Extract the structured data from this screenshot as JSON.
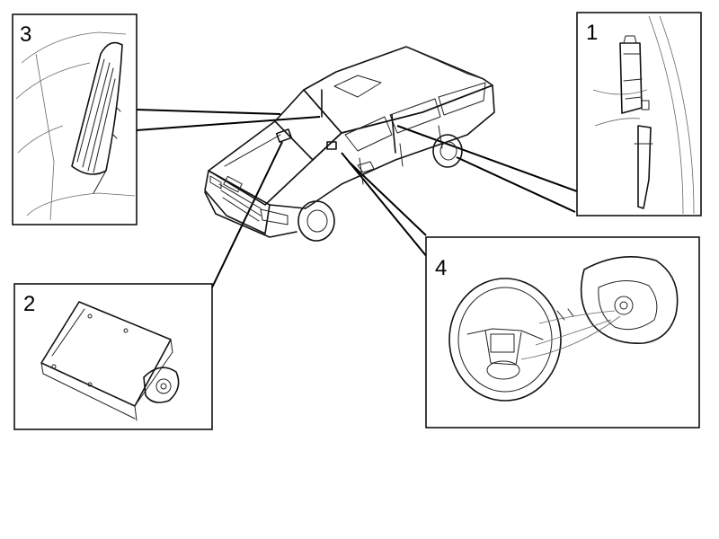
{
  "callouts": [
    {
      "number": "1",
      "subject": "side-curtain-airbag"
    },
    {
      "number": "2",
      "subject": "passenger-airbag-module"
    },
    {
      "number": "3",
      "subject": "seat-side-airbag"
    },
    {
      "number": "4",
      "subject": "steering-wheel-airbag"
    }
  ]
}
